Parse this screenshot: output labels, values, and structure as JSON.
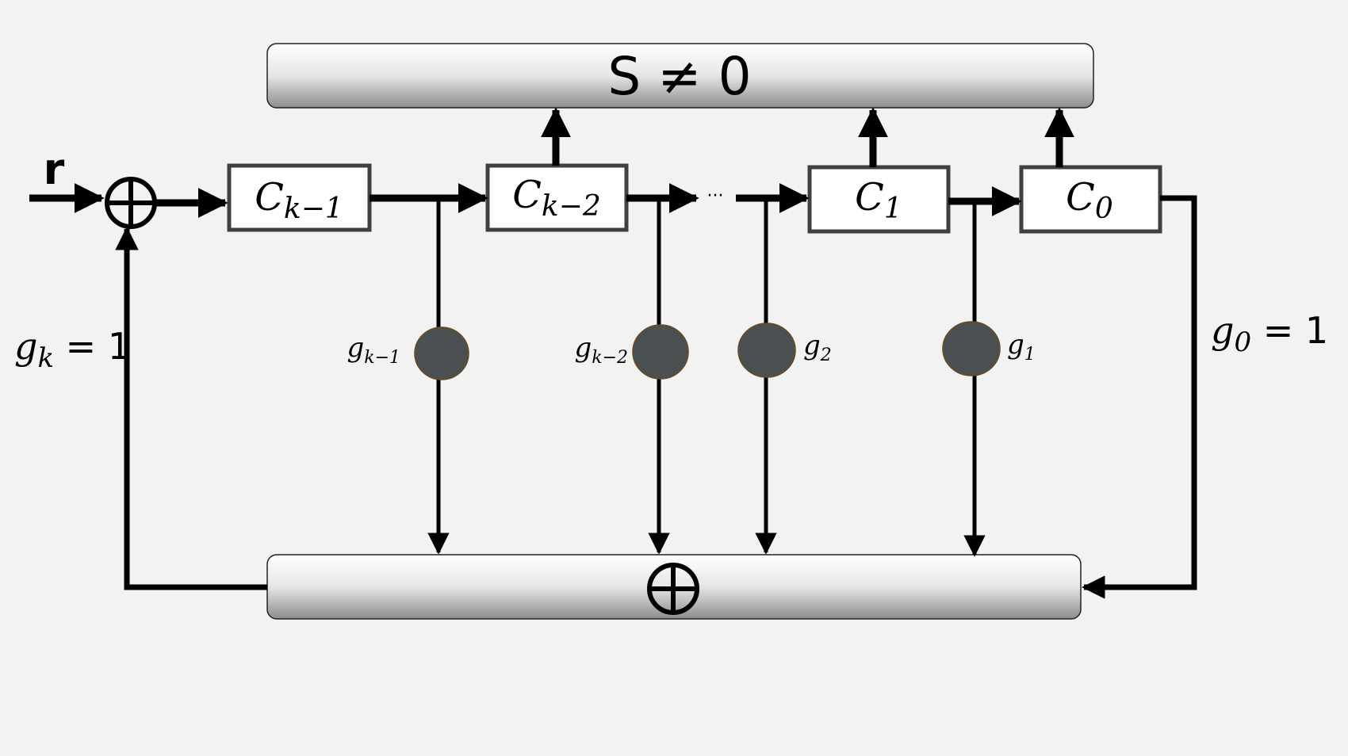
{
  "input_label": "r",
  "syndrome": {
    "label": "S ≠ 0"
  },
  "registers": [
    {
      "base": "C",
      "subscript": "k−1"
    },
    {
      "base": "C",
      "subscript": "k−2"
    },
    {
      "base": "C",
      "subscript": "1"
    },
    {
      "base": "C",
      "subscript": "0"
    }
  ],
  "ellipsis": "···",
  "coefficients": [
    {
      "base": "g",
      "subscript": "k−1"
    },
    {
      "base": "g",
      "subscript": "k−2"
    },
    {
      "base": "g",
      "subscript": "2"
    },
    {
      "base": "g",
      "subscript": "1"
    }
  ],
  "feedback_left": {
    "base": "g",
    "subscript": "k",
    "rest": " = 1"
  },
  "feedback_right": {
    "base": "g",
    "subscript": "0",
    "rest": " = 1"
  },
  "xor_bar_symbol": "⊕",
  "colors": {
    "background": "#f2f2f2",
    "line": "#000000",
    "register_border": "#404040",
    "tap_fill": "#4a4f52",
    "tap_stroke": "#6b4a1e"
  }
}
